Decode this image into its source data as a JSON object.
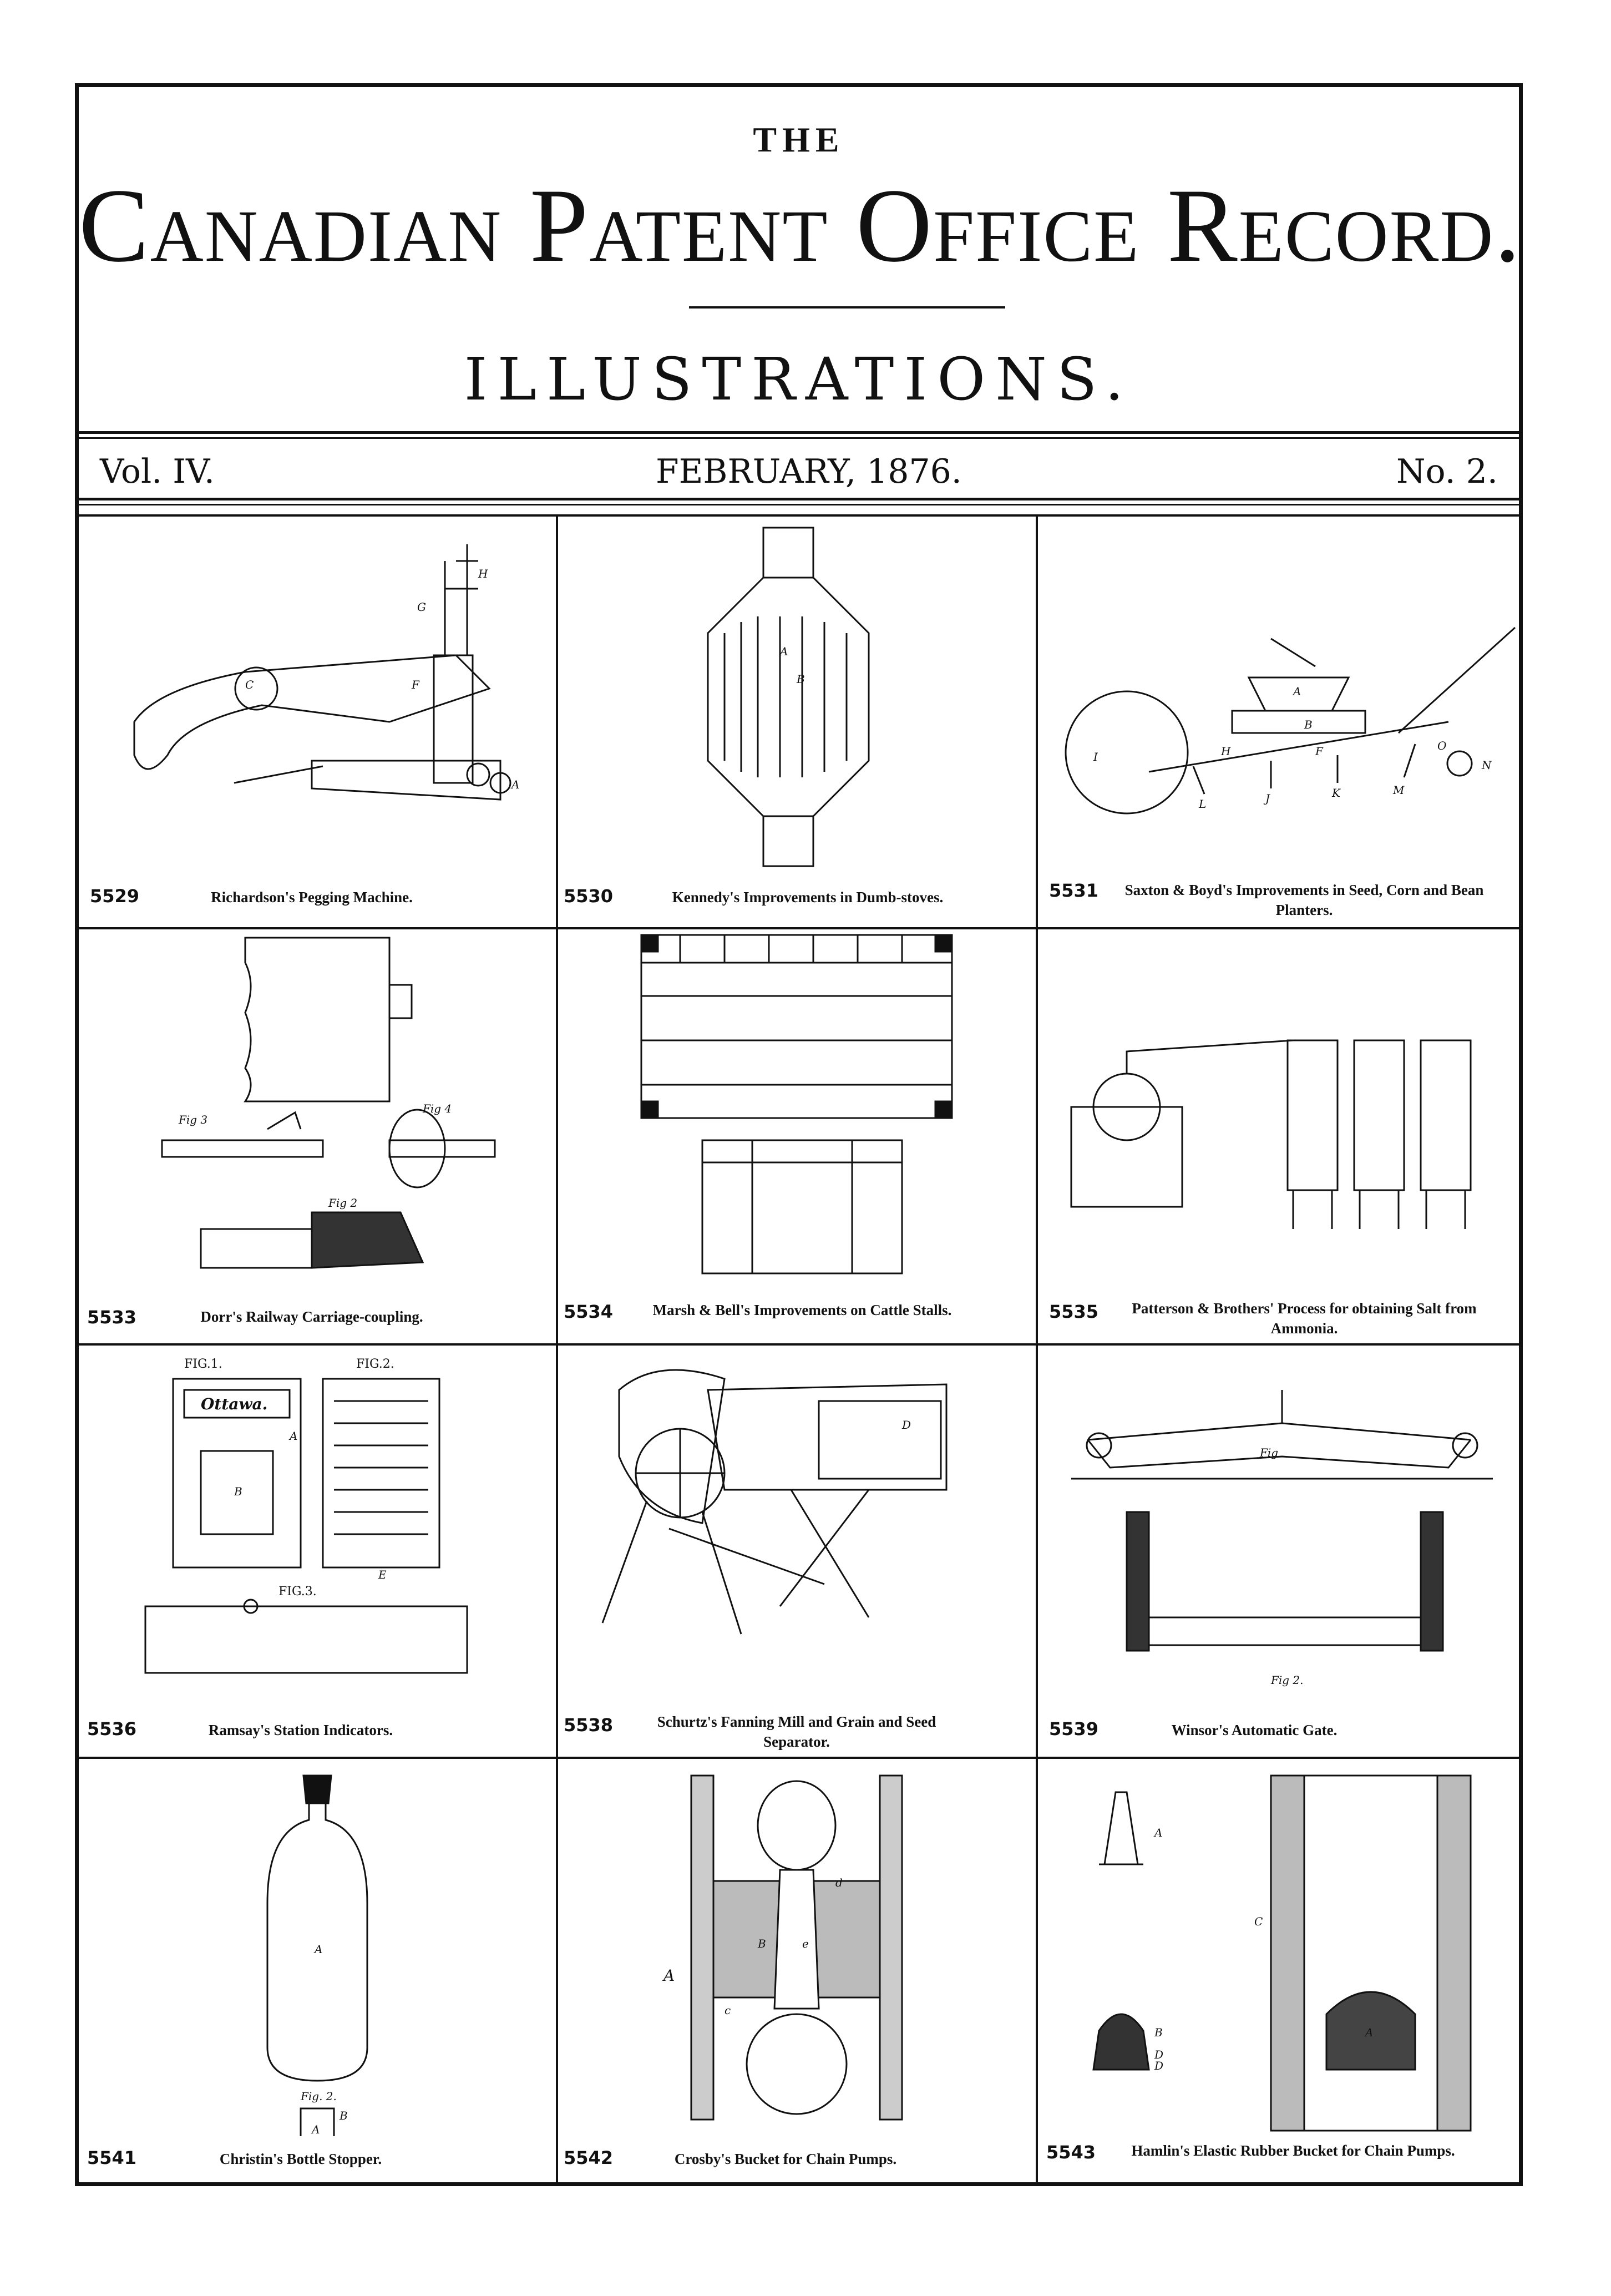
{
  "header": {
    "the": "THE",
    "title": "Canadian Patent Office Record.",
    "subtitle": "ILLUSTRATIONS.",
    "volume": "Vol. IV.",
    "date": "FEBRUARY, 1876.",
    "number": "No. 2."
  },
  "illustrations": [
    {
      "number": "5529",
      "caption": "Richardson's Pegging Machine.",
      "labels": [
        "H",
        "G",
        "F",
        "C",
        "A"
      ]
    },
    {
      "number": "5530",
      "caption": "Kennedy's Improvements in Dumb-stoves.",
      "labels": [
        "A",
        "B"
      ]
    },
    {
      "number": "5531",
      "caption": "Saxton & Boyd's Improvements in Seed, Corn and Bean Planters.",
      "labels": [
        "A",
        "B",
        "I",
        "H",
        "F",
        "L",
        "J",
        "K",
        "M",
        "O",
        "N"
      ]
    },
    {
      "number": "5533",
      "caption": "Dorr's Railway Carriage-coupling.",
      "labels": [
        "Fig 3",
        "Fig 4",
        "Fig 2"
      ]
    },
    {
      "number": "5534",
      "caption": "Marsh & Bell's Improvements on Cattle Stalls.",
      "labels": []
    },
    {
      "number": "5535",
      "caption": "Patterson & Brothers' Process for obtaining Salt from Ammonia.",
      "labels": []
    },
    {
      "number": "5536",
      "caption": "Ramsay's Station Indicators.",
      "labels": [
        "FIG.1.",
        "FIG.2.",
        "FIG.3.",
        "Ottawa.",
        "A",
        "B",
        "E"
      ]
    },
    {
      "number": "5538",
      "caption": "Schurtz's Fanning Mill and Grain and Seed Separator.",
      "labels": [
        "D"
      ]
    },
    {
      "number": "5539",
      "caption": "Winsor's Automatic Gate.",
      "labels": [
        "Fig",
        "Fig 2."
      ]
    },
    {
      "number": "5541",
      "caption": "Christin's Bottle Stopper.",
      "labels": [
        "A",
        "Fig. 2.",
        "B",
        "A"
      ]
    },
    {
      "number": "5542",
      "caption": "Crosby's Bucket for Chain Pumps.",
      "labels": [
        "B",
        "e",
        "d",
        "A",
        "c"
      ]
    },
    {
      "number": "5543",
      "caption": "Hamlin's Elastic Rubber Bucket for Chain Pumps.",
      "labels": [
        "A",
        "C",
        "B",
        "D",
        "D",
        "A"
      ]
    }
  ]
}
